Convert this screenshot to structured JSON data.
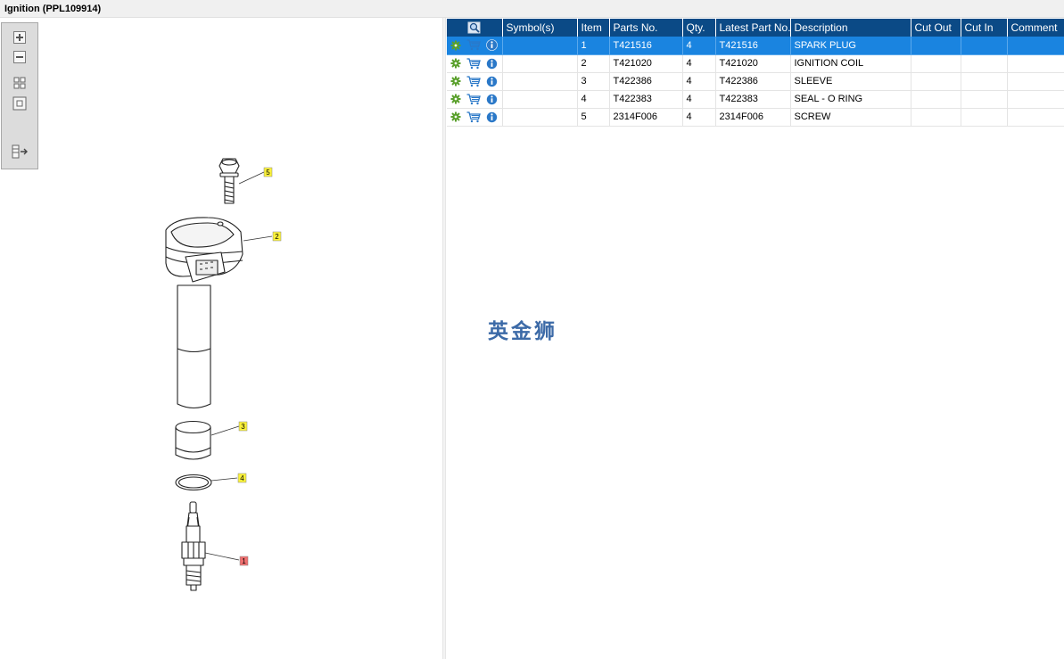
{
  "window": {
    "title": "Ignition (PPL109914)"
  },
  "toolbar": {
    "tools": [
      {
        "icon": "zoom-in-icon"
      },
      {
        "icon": "zoom-out-icon"
      },
      {
        "icon": "fit-all-icon"
      },
      {
        "icon": "actual-size-icon"
      },
      {
        "icon": "toggle-panel-icon"
      }
    ]
  },
  "diagram": {
    "callouts": [
      {
        "label": "5",
        "color": "#fbf23a"
      },
      {
        "label": "2",
        "color": "#fbf23a"
      },
      {
        "label": "3",
        "color": "#fbf23a"
      },
      {
        "label": "4",
        "color": "#fbf23a"
      },
      {
        "label": "1",
        "color": "#ef6f6f"
      }
    ]
  },
  "table": {
    "header_icon": "search-diagram-icon",
    "columns": [
      "Symbol(s)",
      "Item",
      "Parts No.",
      "Qty.",
      "Latest Part No.",
      "Description",
      "Cut Out",
      "Cut In",
      "Comment"
    ],
    "rows": [
      {
        "symbols": "",
        "item": "1",
        "part_no": "T421516",
        "qty": "4",
        "latest_part_no": "T421516",
        "description": "SPARK PLUG",
        "cut_out": "",
        "cut_in": "",
        "comment": "",
        "selected": true
      },
      {
        "symbols": "",
        "item": "2",
        "part_no": "T421020",
        "qty": "4",
        "latest_part_no": "T421020",
        "description": "IGNITION COIL",
        "cut_out": "",
        "cut_in": "",
        "comment": "",
        "selected": false
      },
      {
        "symbols": "",
        "item": "3",
        "part_no": "T422386",
        "qty": "4",
        "latest_part_no": "T422386",
        "description": "SLEEVE",
        "cut_out": "",
        "cut_in": "",
        "comment": "",
        "selected": false
      },
      {
        "symbols": "",
        "item": "4",
        "part_no": "T422383",
        "qty": "4",
        "latest_part_no": "T422383",
        "description": "SEAL - O RING",
        "cut_out": "",
        "cut_in": "",
        "comment": "",
        "selected": false
      },
      {
        "symbols": "",
        "item": "5",
        "part_no": "2314F006",
        "qty": "4",
        "latest_part_no": "2314F006",
        "description": "SCREW",
        "cut_out": "",
        "cut_in": "",
        "comment": "",
        "selected": false
      }
    ],
    "row_icons": [
      "gear-icon",
      "cart-icon",
      "info-icon"
    ]
  },
  "watermark": {
    "text": "英金狮"
  },
  "colors": {
    "header_bg": "#0b4a86",
    "selected_row": "#1a84e0",
    "gear": "#5aa02c",
    "cart": "#2a78c8",
    "info": "#2a78c8"
  }
}
